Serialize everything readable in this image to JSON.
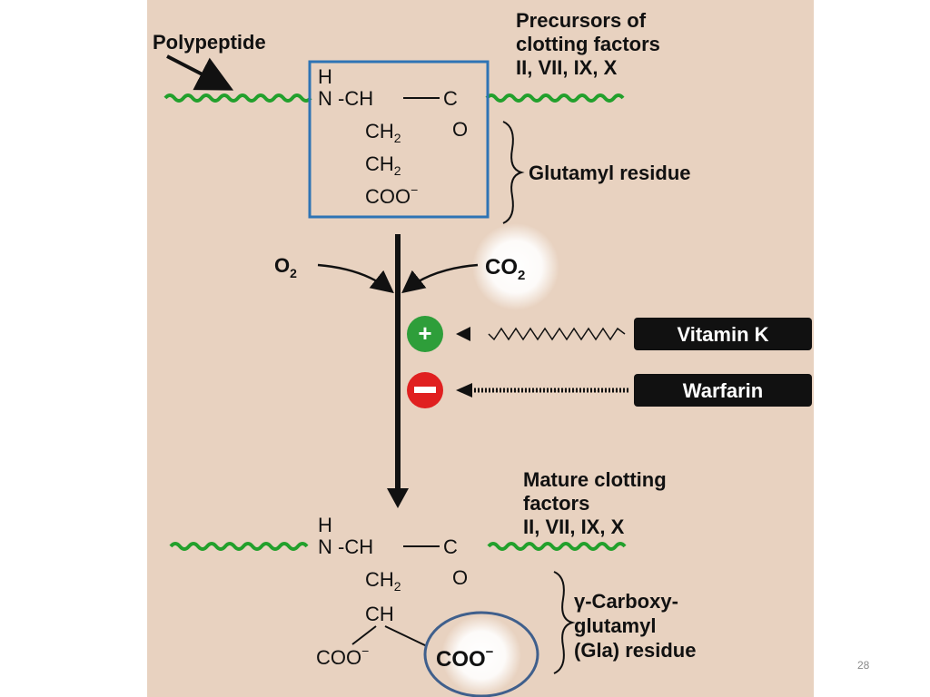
{
  "slide_number": "28",
  "top": {
    "polypeptide_label": "Polypeptide",
    "precursors": [
      "Precursors of",
      "clotting factors",
      "II, VII, IX, X"
    ],
    "glutamyl_label": "Glutamyl residue",
    "chem": {
      "h": "H",
      "n_ch": "N -CH",
      "c": "C",
      "o": "O",
      "ch2_a": "CH",
      "sub_a": "2",
      "ch2_b": "CH",
      "sub_b": "2",
      "coo": "COO",
      "coo_sup": "−"
    }
  },
  "reaction": {
    "o2": "O",
    "o2_sub": "2",
    "co2": "CO",
    "co2_sub": "2",
    "plus": "+",
    "minus": "−",
    "vitamin_k": "Vitamin K",
    "warfarin": "Warfarin"
  },
  "bottom": {
    "mature": [
      "Mature clotting",
      "factors",
      "II, VII, IX, X"
    ],
    "gla": [
      "γ-Carboxy-",
      "glutamyl",
      "(Gla) residue"
    ],
    "chem": {
      "h": "H",
      "n_ch": "N -CH",
      "c": "C",
      "o": "O",
      "ch2": "CH",
      "sub": "2",
      "ch": "CH",
      "coo_left": "COO",
      "coo_left_sup": "−",
      "coo_right": "COO",
      "coo_right_sup": "−"
    }
  },
  "colors": {
    "panel": "#e8d2c0",
    "chain": "#22a02c",
    "highlight_box": "#2e74b5",
    "highlight_circle": "#3f5f8c",
    "plus_badge": "#2e9e3a",
    "minus_badge": "#e02020"
  }
}
